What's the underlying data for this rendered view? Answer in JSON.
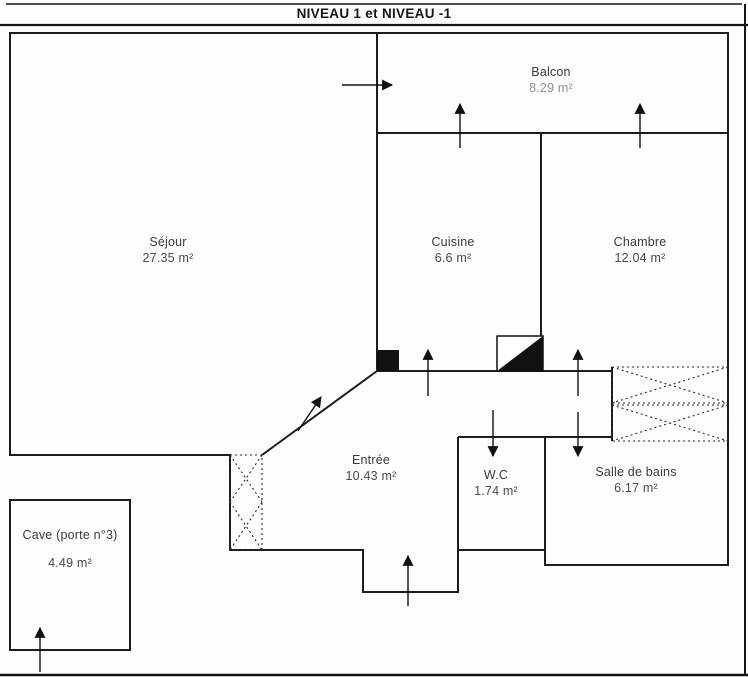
{
  "title": "NIVEAU 1 et NIVEAU -1",
  "rooms": {
    "sejour": {
      "name": "Séjour",
      "area": "27.35 m²"
    },
    "balcon": {
      "name": "Balcon",
      "area": "8.29 m²"
    },
    "cuisine": {
      "name": "Cuisine",
      "area": "6.6 m²"
    },
    "chambre": {
      "name": "Chambre",
      "area": "12.04 m²"
    },
    "entree": {
      "name": "Entrée",
      "area": "10.43 m²"
    },
    "wc": {
      "name": "W.C",
      "area": "1.74 m²"
    },
    "salle_de_bains": {
      "name": "Salle de bains",
      "area": "6.17 m²"
    },
    "cave": {
      "name": "Cave (porte n°3)",
      "area": "4.49 m²"
    }
  },
  "colors": {
    "wall": "#1c1c1c",
    "text": "#3b3b3b",
    "muted_text": "#8f8f8f",
    "background": "#fdfdfc"
  }
}
